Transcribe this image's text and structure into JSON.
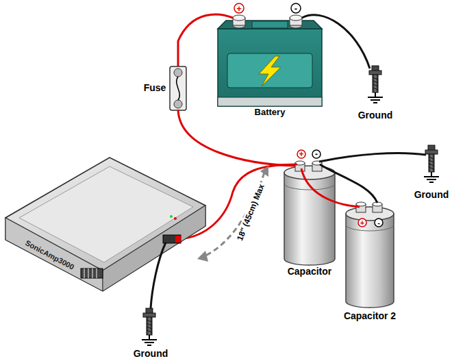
{
  "diagram": {
    "labels": [
      "+",
      "-",
      "Fuse",
      "Battery",
      "Ground",
      "+",
      "-",
      "Ground",
      "18\" (45cm) Max",
      "+",
      "-",
      "SonicAmp3000",
      "Capacitor",
      "Capacitor 2",
      "Ground"
    ]
  }
}
